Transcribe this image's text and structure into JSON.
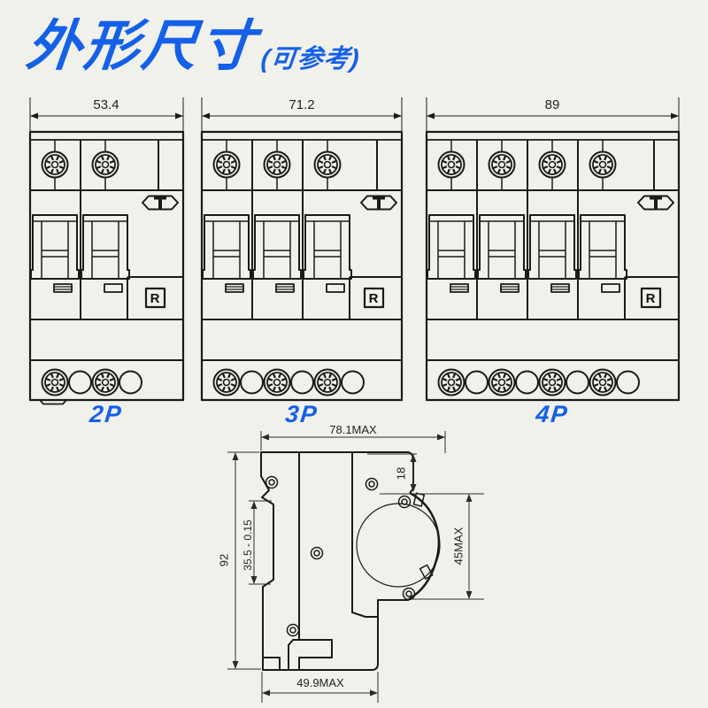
{
  "title": {
    "main": "外形尺寸",
    "note": "(可参考)"
  },
  "colors": {
    "accent": "#1560e8",
    "line": "#1a1a1a",
    "background": "#f1f1ec"
  },
  "front_views": [
    {
      "id": "2p",
      "poles": 2,
      "width_mm": "53.4",
      "label": "2P",
      "r_label": "R"
    },
    {
      "id": "3p",
      "poles": 3,
      "width_mm": "71.2",
      "label": "3P",
      "r_label": "R"
    },
    {
      "id": "4p",
      "poles": 4,
      "width_mm": "89",
      "label": "4P",
      "r_label": "R"
    }
  ],
  "side_view": {
    "dim_width_top": "78.1MAX",
    "dim_notch": "18",
    "dim_height_total": "92",
    "dim_rail_slot": "35.5 - 0.15",
    "dim_handle": "45MAX",
    "dim_width_bottom": "49.9MAX"
  }
}
